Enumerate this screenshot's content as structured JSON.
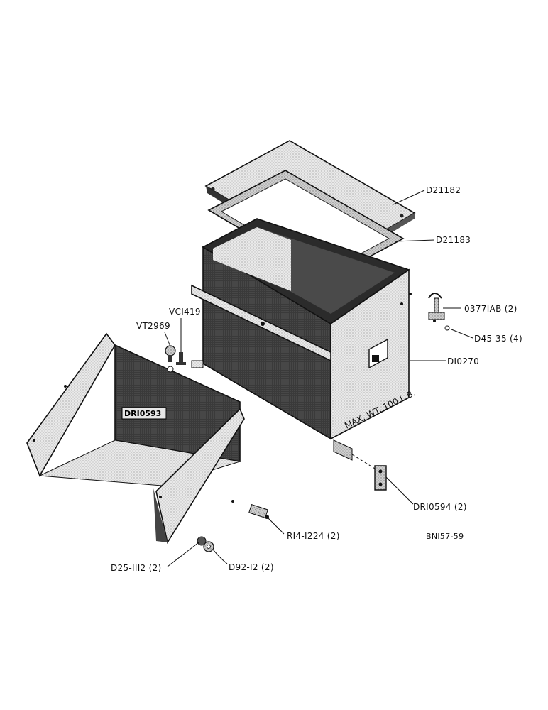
{
  "title": "",
  "parts": {
    "lid": "D21182",
    "gasket": "D21183",
    "latch": "0377IAB (2)",
    "latch_screw": "D45-35 (4)",
    "battery_box": "DI0270",
    "bracket": "DRI0594 (2)",
    "bolt": "RI4-I224 (2)",
    "washer": "D92-I2 (2)",
    "nut": "D25-III2 (2)",
    "support": "DRI0593",
    "fitting_a": "VT2969",
    "fitting_b": "VCI419"
  },
  "drawing_number": "BNI57-59",
  "box_marking": "MAX. WT. 100 L.B."
}
